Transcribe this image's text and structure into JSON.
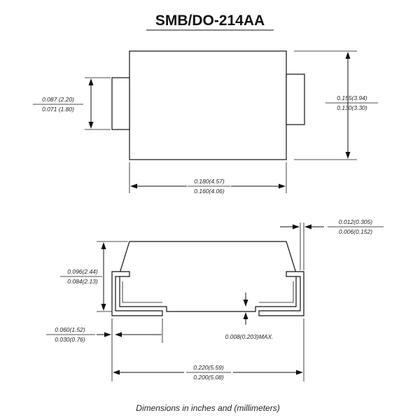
{
  "title": "SMB/DO-214AA",
  "caption": "Dimensions in inches and (millimeters)",
  "top_view": {
    "lead_height": {
      "max": "0.087 (2.20)",
      "min": "0.071 (1.80)"
    },
    "body_height": {
      "max": "0.155(3.94)",
      "min": "0.130(3.30)"
    },
    "body_width": {
      "max": "0.180(4.57)",
      "min": "0.160(4.06)"
    }
  },
  "side_view": {
    "lead_thickness": {
      "max": "0.012(0.305)",
      "min": "0.006(0.152)"
    },
    "body_thickness": {
      "max": "0.096(2.44)",
      "min": "0.084(2.13)"
    },
    "lead_length": {
      "max": "0.060(1.52)",
      "min": "0.030(0.76)"
    },
    "standoff": "0.008(0.203)MAX.",
    "overall_length": {
      "max": "0.220(5.59)",
      "min": "0.200(5.08)"
    }
  }
}
